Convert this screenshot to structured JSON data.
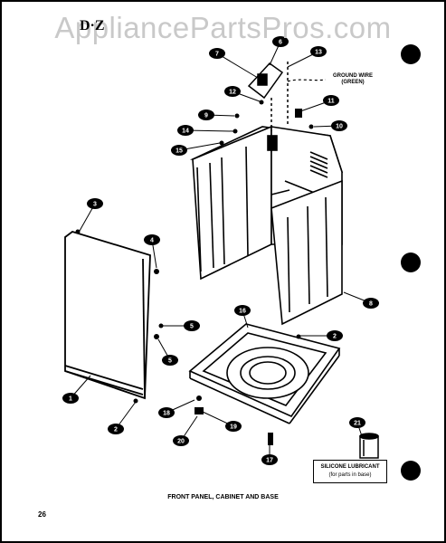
{
  "watermark": "AppliancePartsPros.com",
  "header_mark": "D·Z",
  "ground_wire_label": "GROUND WIRE (GREEN)",
  "lubricant_label_line1": "SILICONE LUBRICANT",
  "lubricant_label_line2": "(for parts in base)",
  "caption": "FRONT PANEL, CABINET AND BASE",
  "page_number": "26",
  "callouts": [
    "1",
    "2",
    "3",
    "4",
    "5",
    "6",
    "7",
    "8",
    "9",
    "10",
    "11",
    "12",
    "13",
    "14",
    "15",
    "16",
    "17",
    "18",
    "19",
    "20",
    "21"
  ]
}
